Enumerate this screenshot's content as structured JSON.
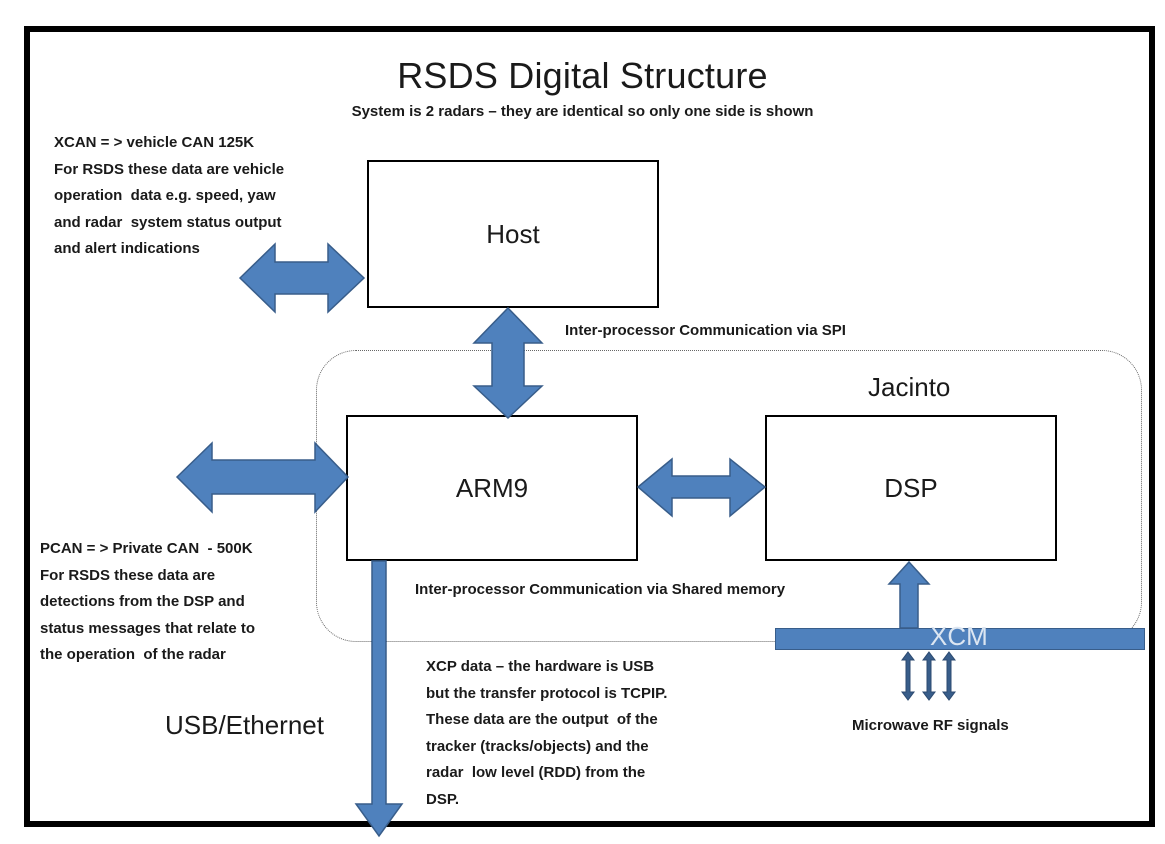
{
  "diagram": {
    "title": "RSDS Digital Structure",
    "subtitle": "System is 2 radars – they are identical so only one side is shown",
    "blocks": {
      "host": "Host",
      "arm9": "ARM9",
      "dsp": "DSP",
      "jacinto": "Jacinto",
      "xcm": "XCM"
    },
    "notes": {
      "xcan": "XCAN = > vehicle CAN 125K\nFor RSDS these data are vehicle\noperation  data e.g. speed, yaw\nand radar  system status output\nand alert indications",
      "pcan": "PCAN = > Private CAN  - 500K\nFor RSDS these data are\ndetections from the DSP and\nstatus messages that relate to\nthe operation  of the radar",
      "xcp": "XCP data – the hardware is USB\nbut the transfer protocol is TCPIP.\nThese data are the output  of the\ntracker (tracks/objects) and the\nradar  low level (RDD) from the\nDSP."
    },
    "connections": {
      "spi": "Inter-processor Communication  via SPI",
      "shared_memory": "Inter-processor Communication  via  Shared memory",
      "usb_ethernet": "USB/Ethernet",
      "rf": "Microwave RF signals"
    },
    "colors": {
      "arrow_fill": "#4f81bd",
      "arrow_stroke": "#385d8a",
      "xcm_label": "#dce6f2"
    }
  }
}
